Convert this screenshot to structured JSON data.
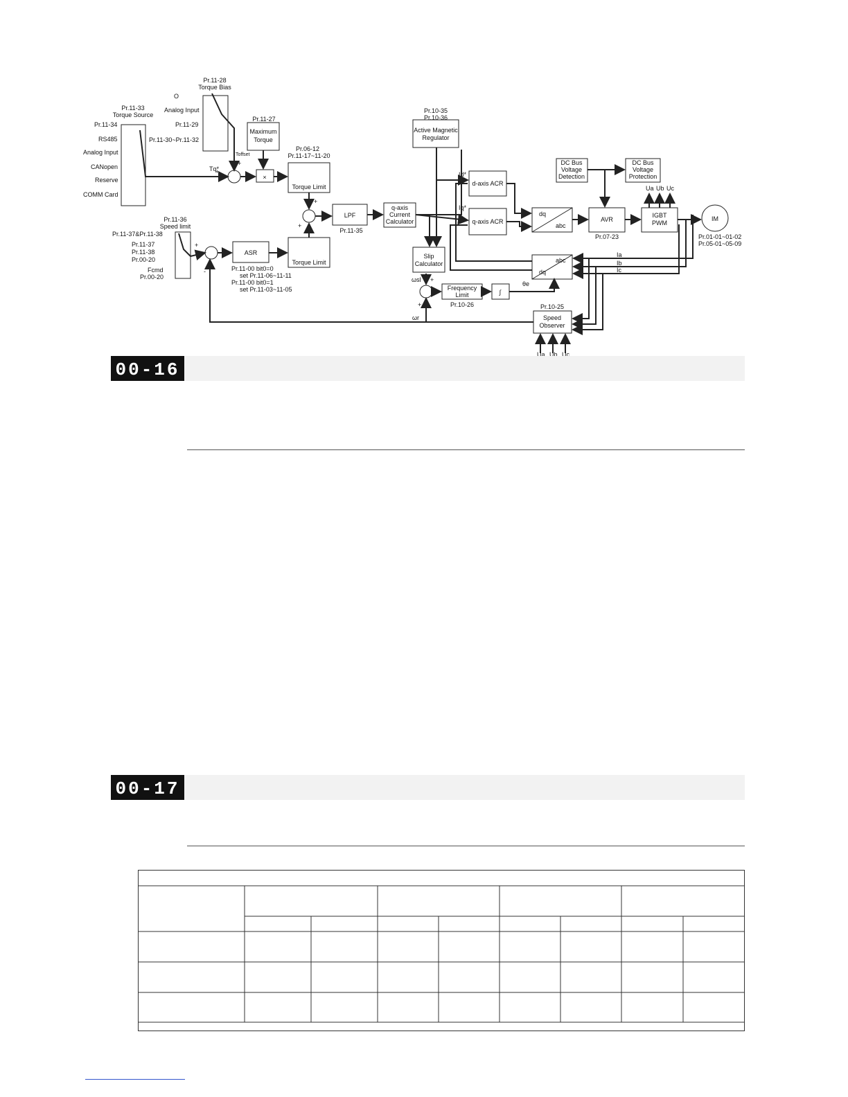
{
  "diagram": {
    "labels": {
      "pr1128": "Pr.11-28",
      "torque_bias": "Torque Bias",
      "pr1133": "Pr.11-33",
      "torque_source": "Torque Source",
      "bias_0": "O",
      "bias_analog_input": "Analog Input",
      "bias_pr1129": "Pr.11-29",
      "bias_pr1130": "Pr.11-30~Pr.11-32",
      "src_pr1134": "Pr.11-34",
      "src_rs485": "RS485",
      "src_analog_input": "Analog Input",
      "src_canopen": "CANopen",
      "src_reserve": "Reserve",
      "src_comm_card": "COMM Card",
      "pr1127": "Pr.11-27",
      "maximum": "Maximum",
      "torque": "Torque",
      "multiply": "×",
      "pr0612": "Pr.06-12",
      "pr1117": "Pr.11-17~11-20",
      "torque_limit_1": "Torque Limit",
      "torque_limit_2": "Torque Limit",
      "t_offset": "Toffset",
      "t_q": "Tq*",
      "pr1035": "Pr.10-35",
      "pr1036": "Pr.10-36",
      "amr_1": "Active Magnetic",
      "amr_2": "Regulator",
      "lpf": "LPF",
      "pr1135": "Pr.11-35",
      "qcc_1": "q-axis",
      "qcc_2": "Current",
      "qcc_3": "Calculator",
      "d_acr": "d-axis ACR",
      "q_acr": "q-axis ACR",
      "id_star": "Id*",
      "iq_star": "Iq*",
      "dc_det_1": "DC Bus",
      "dc_det_2": "Voltage",
      "dc_det_3": "Detection",
      "dc_prot_1": "DC Bus",
      "dc_prot_2": "Voltage",
      "dc_prot_3": "Protection",
      "dq": "dq",
      "abc": "abc",
      "abc2": "abc",
      "dq2": "dq",
      "avr": "AVR",
      "pr0723": "Pr.07-23",
      "igbt": "IGBT",
      "pwm": "PWM",
      "ua": "Ua",
      "ub": "Ub",
      "uc": "Uc",
      "im": "IM",
      "pr0101": "Pr.01-01~01-02",
      "pr0501": "Pr.05-01~05-09",
      "ia": "Ia",
      "ib": "Ib",
      "ic": "Ic",
      "pr1136": "Pr.11-36",
      "speed_limit": "Speed limit",
      "pr1137_1138": "Pr.11-37&Pr.11-38",
      "pr1137": "Pr.11-37",
      "pr1138": "Pr.11-38",
      "pr0020a": "Pr.00-20",
      "fcmd": "Fcmd",
      "pr0020b": "Pr.00-20",
      "asr": "ASR",
      "asr_n1": "Pr.11-00 bit0=0",
      "asr_n2": "set Pr.11-06~11-11",
      "asr_n3": "Pr.11-00 bit0=1",
      "asr_n4": "set Pr.11-03~11-05",
      "slip_1": "Slip",
      "slip_2": "Calculator",
      "w_sl": "ωsl",
      "w_r": "ωr",
      "freq_1": "Frequency",
      "freq_2": "Limit",
      "pr1026": "Pr.10-26",
      "integral": "∫",
      "theta_e": "θe",
      "pr1025": "Pr.10-25",
      "so_1": "Speed",
      "so_2": "Observer",
      "plus": "+",
      "minus": "-"
    }
  },
  "sections": [
    {
      "code": "00-16"
    },
    {
      "code": "00-17"
    }
  ]
}
